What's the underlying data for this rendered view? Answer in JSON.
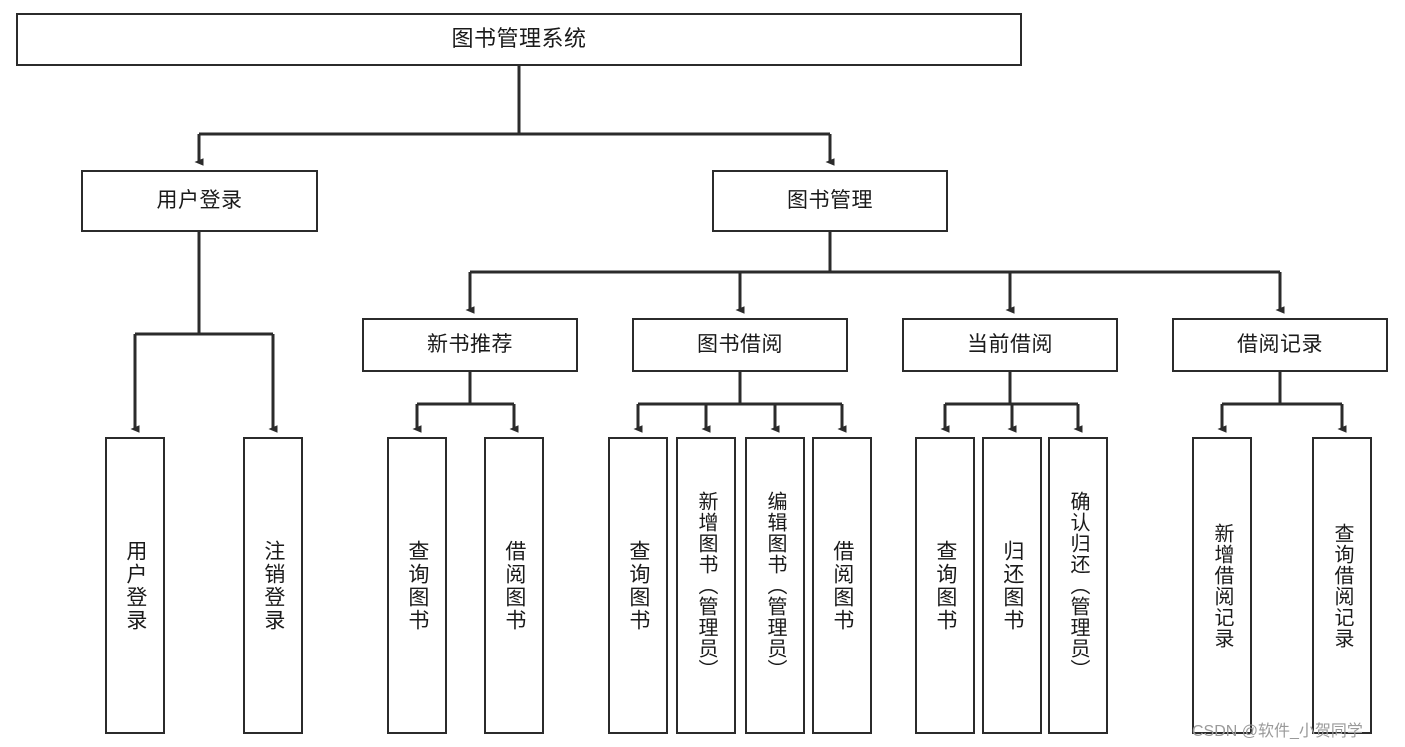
{
  "diagram": {
    "title": "图书管理系统",
    "type": "tree-hierarchy",
    "orientation": "top-down",
    "colors": {
      "box_border": "#2b2b2b",
      "box_fill": "#ffffff",
      "edge": "#2b2b2b",
      "text": "#1a1a1a",
      "watermark": "#9a9a9a",
      "background": "#ffffff"
    },
    "root": {
      "label": "图书管理系统"
    },
    "level2": [
      {
        "label": "用户登录"
      },
      {
        "label": "图书管理"
      }
    ],
    "level3": [
      {
        "label": "新书推荐"
      },
      {
        "label": "图书借阅"
      },
      {
        "label": "当前借阅"
      },
      {
        "label": "借阅记录"
      }
    ],
    "leaves": {
      "user_login": [
        {
          "label": "用户登录"
        },
        {
          "label": "注销登录"
        }
      ],
      "new_book_recommend": [
        {
          "label": "查询图书"
        },
        {
          "label": "借阅图书"
        }
      ],
      "book_borrow": [
        {
          "label": "查询图书"
        },
        {
          "label": "新增图书（管理员）"
        },
        {
          "label": "编辑图书（管理员）"
        },
        {
          "label": "借阅图书"
        }
      ],
      "current_borrow": [
        {
          "label": "查询图书"
        },
        {
          "label": "归还图书"
        },
        {
          "label": "确认归还（管理员）"
        }
      ],
      "borrow_record": [
        {
          "label": "新增借阅记录"
        },
        {
          "label": "查询借阅记录"
        }
      ]
    },
    "watermark": "CSDN @软件_小贺同学"
  }
}
